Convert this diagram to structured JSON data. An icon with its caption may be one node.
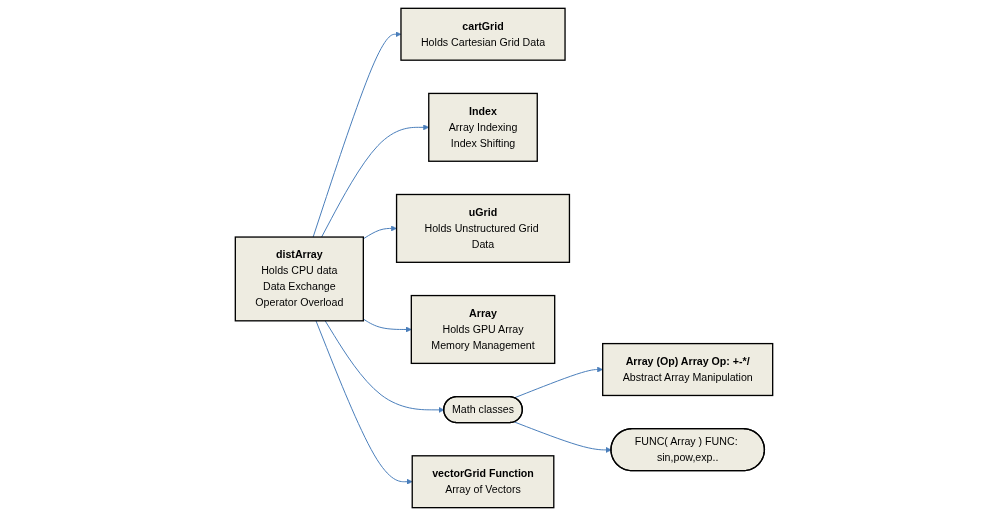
{
  "diagram": {
    "nodes": [
      {
        "text": [
          "cartGrid",
          "Holds Cartesian Grid Data"
        ]
      },
      {
        "text": [
          "Index",
          "Array Indexing",
          "Index Shifting"
        ]
      },
      {
        "text": [
          "uGrid",
          "Holds Unstructured Grid Data"
        ]
      },
      {
        "text": [
          "distArray",
          "Holds CPU data",
          "Data Exchange",
          "Operator Overload"
        ]
      },
      {
        "text": [
          "Array",
          "Holds GPU Array",
          "Memory Management"
        ]
      },
      {
        "text": [
          "Math classes"
        ]
      },
      {
        "text": [
          "Array (Op) Array Op: +-*/",
          "Abstract Array Manipulation"
        ]
      },
      {
        "text": [
          "vectorGrid Function",
          "Array of Vectors"
        ]
      },
      {
        "text": [
          "FUNC( Array ) FUNC: sin,pow,exp.."
        ]
      }
    ],
    "edges": [
      {
        "from": 3,
        "to": 0,
        "arrow": "to"
      },
      {
        "from": 3,
        "to": 1,
        "arrow": "to"
      },
      {
        "from": 3,
        "to": 4,
        "arrow": "to"
      },
      {
        "from": 3,
        "to": 7,
        "arrow": "to"
      },
      {
        "from": 3,
        "to": 2,
        "arrow": "to"
      },
      {
        "from": 3,
        "to": 5,
        "arrow": "to"
      },
      {
        "from": 5,
        "to": 6,
        "arrow": "to"
      },
      {
        "from": 5,
        "to": 8,
        "arrow": "to"
      }
    ]
  }
}
